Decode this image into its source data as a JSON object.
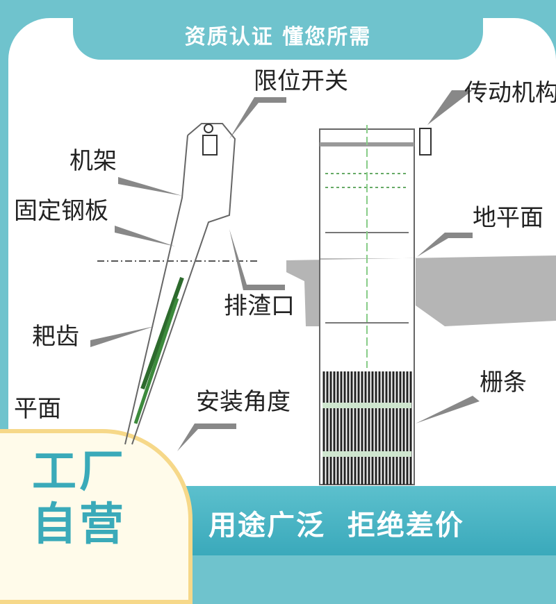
{
  "banner": {
    "top": "资质认证 懂您所需",
    "bottom": "用途广泛  拒绝差价"
  },
  "badge": {
    "line1": "工厂",
    "line2": "自营"
  },
  "labels": {
    "limit_switch": "限位开关",
    "drive": "传动机构",
    "frame": "机架",
    "fixed_plate": "固定钢板",
    "discharge": "排渣口",
    "rake_teeth": "耙齿",
    "install_angle": "安装角度",
    "plane": "平面",
    "ground": "地平面",
    "grate_bars": "栅条"
  },
  "colors": {
    "teal": "#6fc3cd",
    "deep_teal": "#3aa9bb",
    "cream": "#fffbea",
    "gold": "#f6d889"
  }
}
